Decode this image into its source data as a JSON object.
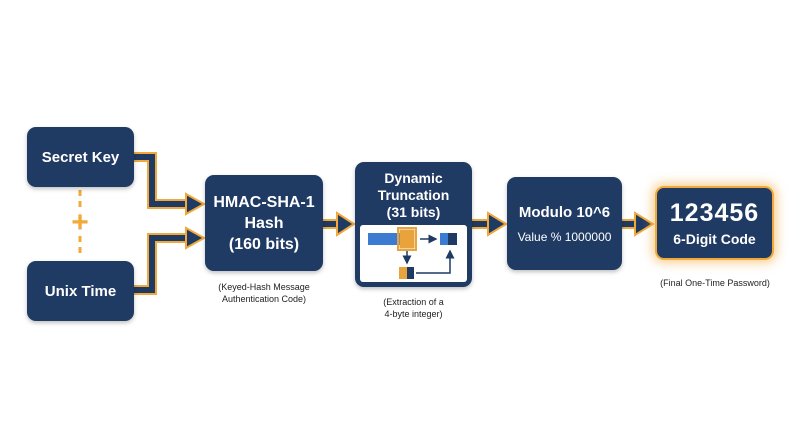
{
  "nodes": {
    "secret_key": "Secret Key",
    "unix_time": "Unix Time",
    "hmac": {
      "line1": "HMAC-SHA-1",
      "line2": "Hash",
      "line3": "(160 bits)"
    },
    "truncation": {
      "line1": "Dynamic",
      "line2": "Truncation",
      "line3": "(31 bits)"
    },
    "modulo": {
      "title": "Modulo 10^6",
      "sub": "Value % 1000000"
    },
    "final": {
      "code": "123456",
      "label": "6-Digit Code"
    }
  },
  "connector": {
    "plus": "+"
  },
  "captions": {
    "hmac": [
      "(Keyed-Hash Message",
      "Authentication Code)"
    ],
    "truncation": [
      "(Extraction of a",
      "4-byte integer)"
    ],
    "final": [
      "(Final One-Time Password)"
    ]
  },
  "colors": {
    "box": "#1f3a63",
    "accent": "#f0a93a",
    "block_blue": "#3b7bd1",
    "block_orange": "#e8a33c"
  }
}
